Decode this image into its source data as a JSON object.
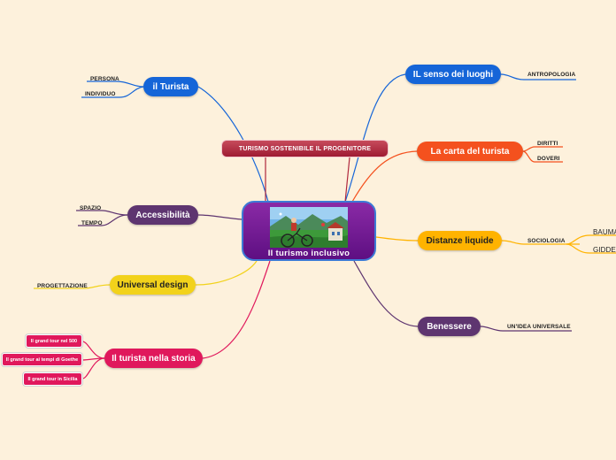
{
  "central": {
    "title": "Il turismo inclusivo",
    "image": "wheelchair-cyclist-illustration"
  },
  "banner": {
    "label": "TURISMO SOSTENIBILE IL PROGENITORE"
  },
  "branches": {
    "turista": {
      "label": "il Turista",
      "color": "#1565d8",
      "leaves": [
        "PERSONA",
        "INDIVIDUO"
      ]
    },
    "accessibilita": {
      "label": "Accessibilità",
      "color": "#5e3570",
      "leaves": [
        "SPAZIO",
        "TEMPO"
      ]
    },
    "universal": {
      "label": "Universal design",
      "color": "#f2d21b",
      "leaves": [
        "PROGETTAZIONE"
      ]
    },
    "storia": {
      "label": "Il turista nella storia",
      "color": "#e0185c",
      "leaves": [
        "Il grand tour nel 500",
        "Il grand tour ai tempi di Goethe",
        "Il grand tour in Sicilia"
      ]
    },
    "senso": {
      "label": "IL senso dei luoghi",
      "color": "#1565d8",
      "leaves": [
        "ANTROPOLOGIA"
      ]
    },
    "carta": {
      "label": "La carta del turista",
      "color": "#f4511e",
      "leaves": [
        "DIRITTI",
        "DOVERI"
      ]
    },
    "distanze": {
      "label": "Distanze liquide",
      "color": "#ffb300",
      "leaves": [
        "SOCIOLOGIA"
      ],
      "subleaves": [
        "BAUMA",
        "GIDDEN"
      ]
    },
    "benessere": {
      "label": "Benessere",
      "color": "#5e3570",
      "leaves": [
        "UN'IDEA UNIVERSALE"
      ]
    }
  }
}
